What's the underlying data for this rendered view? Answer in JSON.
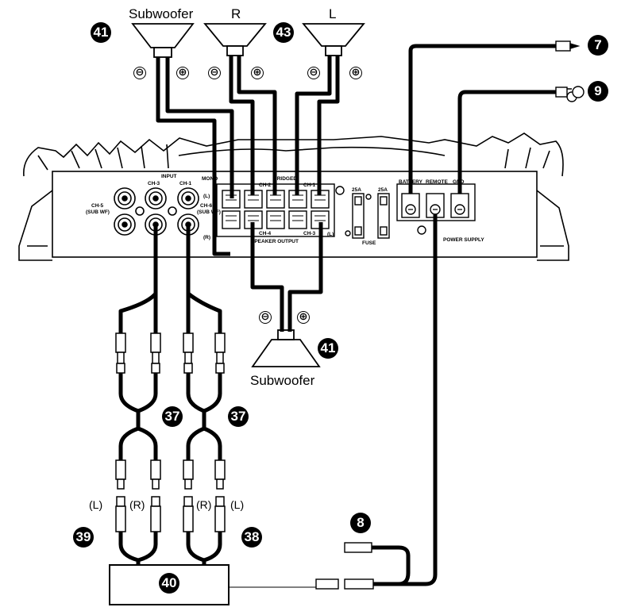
{
  "speakers": {
    "subwoofer_top": "Subwoofer",
    "right": "R",
    "left": "L",
    "subwoofer_bottom": "Subwoofer"
  },
  "polarity": {
    "minus": "⊖",
    "plus": "⊕"
  },
  "callouts": {
    "n41": "41",
    "n43": "43",
    "n7": "7",
    "n9": "9",
    "n37a": "37",
    "n37b": "37",
    "n39": "39",
    "n38": "38",
    "n8": "8",
    "n40": "40",
    "n41b": "41"
  },
  "amplifier": {
    "input": "INPUT",
    "ch3": "CH-3",
    "ch1": "CH-1",
    "ch5": "CH-5",
    "subwf": "(SUB WF)",
    "ch6": "CH-6",
    "subwf2": "(SUB WF)",
    "mono": "MONO",
    "l_mark": "(L)",
    "r_mark": "(R)",
    "bridged": "BRIDGED",
    "ch2": "CH-2",
    "ch1_out": "CH-1",
    "ch4": "CH-4",
    "ch3_out": "CH-3",
    "l_bottom": "(L)",
    "speaker_output": "SPEAKER OUTPUT",
    "fuse_25a_1": "25A",
    "fuse_25a_2": "25A",
    "fuse": "FUSE",
    "battery": "BATTERY",
    "remote": "REMOTE",
    "gnd": "GND",
    "power_supply": "POWER SUPPLY"
  },
  "rca": {
    "l_left": "(L)",
    "r_left": "(R)",
    "r_right": "(R)",
    "l_right": "(L)"
  }
}
